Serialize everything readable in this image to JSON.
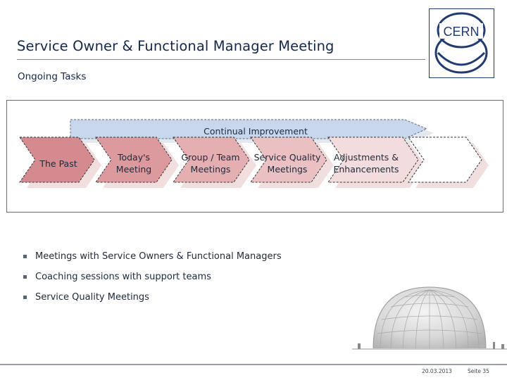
{
  "header": {
    "title": "Service Owner & Functional Manager Meeting",
    "subtitle": "Ongoing Tasks",
    "logo_text": "CERN"
  },
  "diagram": {
    "band_label": "Continual Improvement",
    "stages": [
      {
        "label_line1": "The Past",
        "label_line2": ""
      },
      {
        "label_line1": "Today's",
        "label_line2": "Meeting"
      },
      {
        "label_line1": "Group / Team",
        "label_line2": "Meetings"
      },
      {
        "label_line1": "Service Quality",
        "label_line2": "Meetings"
      },
      {
        "label_line1": "Adjustments &",
        "label_line2": "Enhancements"
      },
      {
        "label_line1": "",
        "label_line2": ""
      }
    ],
    "colors": {
      "band": "#c9d7ec",
      "stage_dark": "#d48a8f",
      "stage_mid": "#e2a9ad",
      "stage_light": "#efcfd1",
      "stage_faint": "#f6e4e5",
      "outline": "#333333"
    }
  },
  "bullets": [
    "Meetings with Service Owners & Functional Managers",
    "Coaching sessions with support teams",
    "Service Quality Meetings"
  ],
  "footer": {
    "date": "20.03.2013",
    "page": "Seite 35"
  }
}
